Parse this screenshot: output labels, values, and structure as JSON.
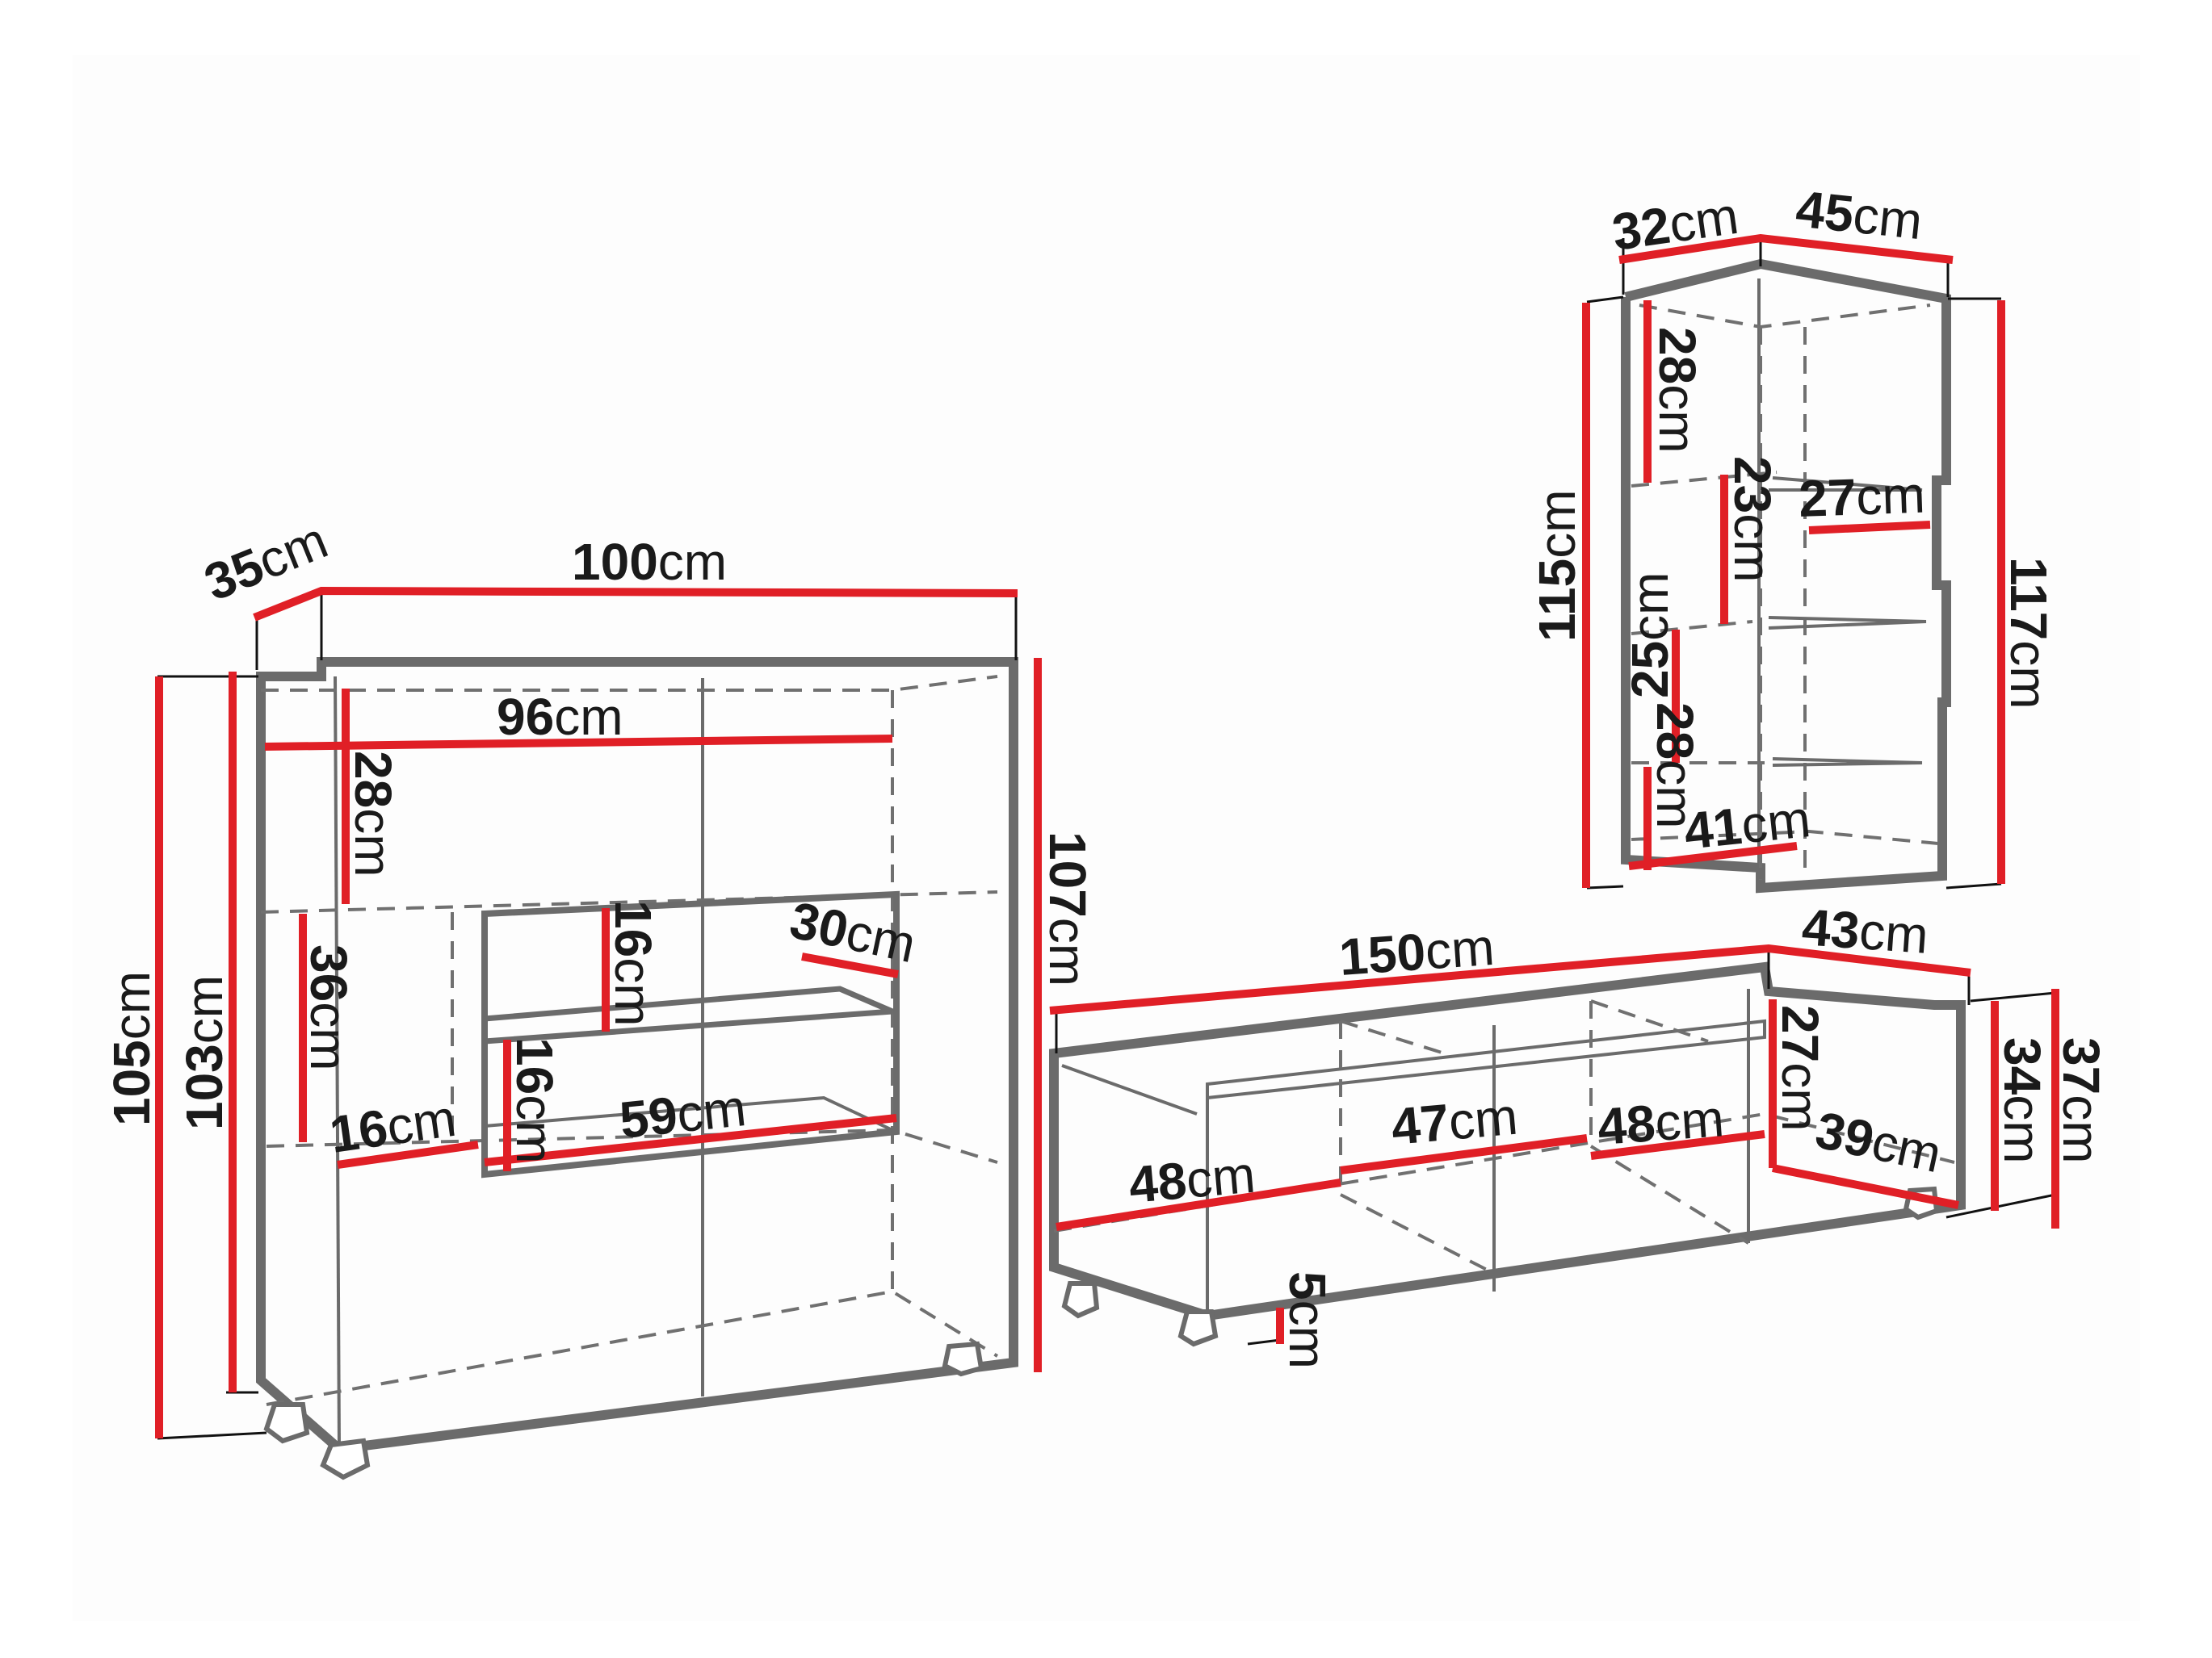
{
  "diagram": {
    "type": "furniture-dimension-drawing",
    "unit": "cm",
    "colors": {
      "dimension_line": "#e01f26",
      "outline": "#6b6b6b",
      "text": "#1a1a1a",
      "background": "#fdfdfd"
    },
    "sideboard": {
      "depth": "35",
      "width": "100",
      "inner_width": "96",
      "height_total": "105",
      "height_body": "103",
      "height_right": "107",
      "top_shelf": "28",
      "middle_section": "36",
      "open_shelf_upper": "16",
      "open_shelf_lower": "16",
      "open_shelf_depth": "30",
      "open_shelf_width": "59",
      "side_depth": "16"
    },
    "tv_stand": {
      "width": "150",
      "depth": "43",
      "compartment_left": "48",
      "compartment_middle": "47",
      "compartment_right": "48",
      "inner_height": "27",
      "inner_depth": "39",
      "height_body": "34",
      "height_total": "37",
      "leg_height": "5"
    },
    "wall_cabinet": {
      "side_width": "32",
      "front_width": "45",
      "height_left": "115",
      "height_right": "117",
      "shelf_1": "28",
      "shelf_2": "23",
      "shelf_3": "25",
      "shelf_4": "28",
      "shelf_depth": "27",
      "bottom_width": "41"
    }
  }
}
